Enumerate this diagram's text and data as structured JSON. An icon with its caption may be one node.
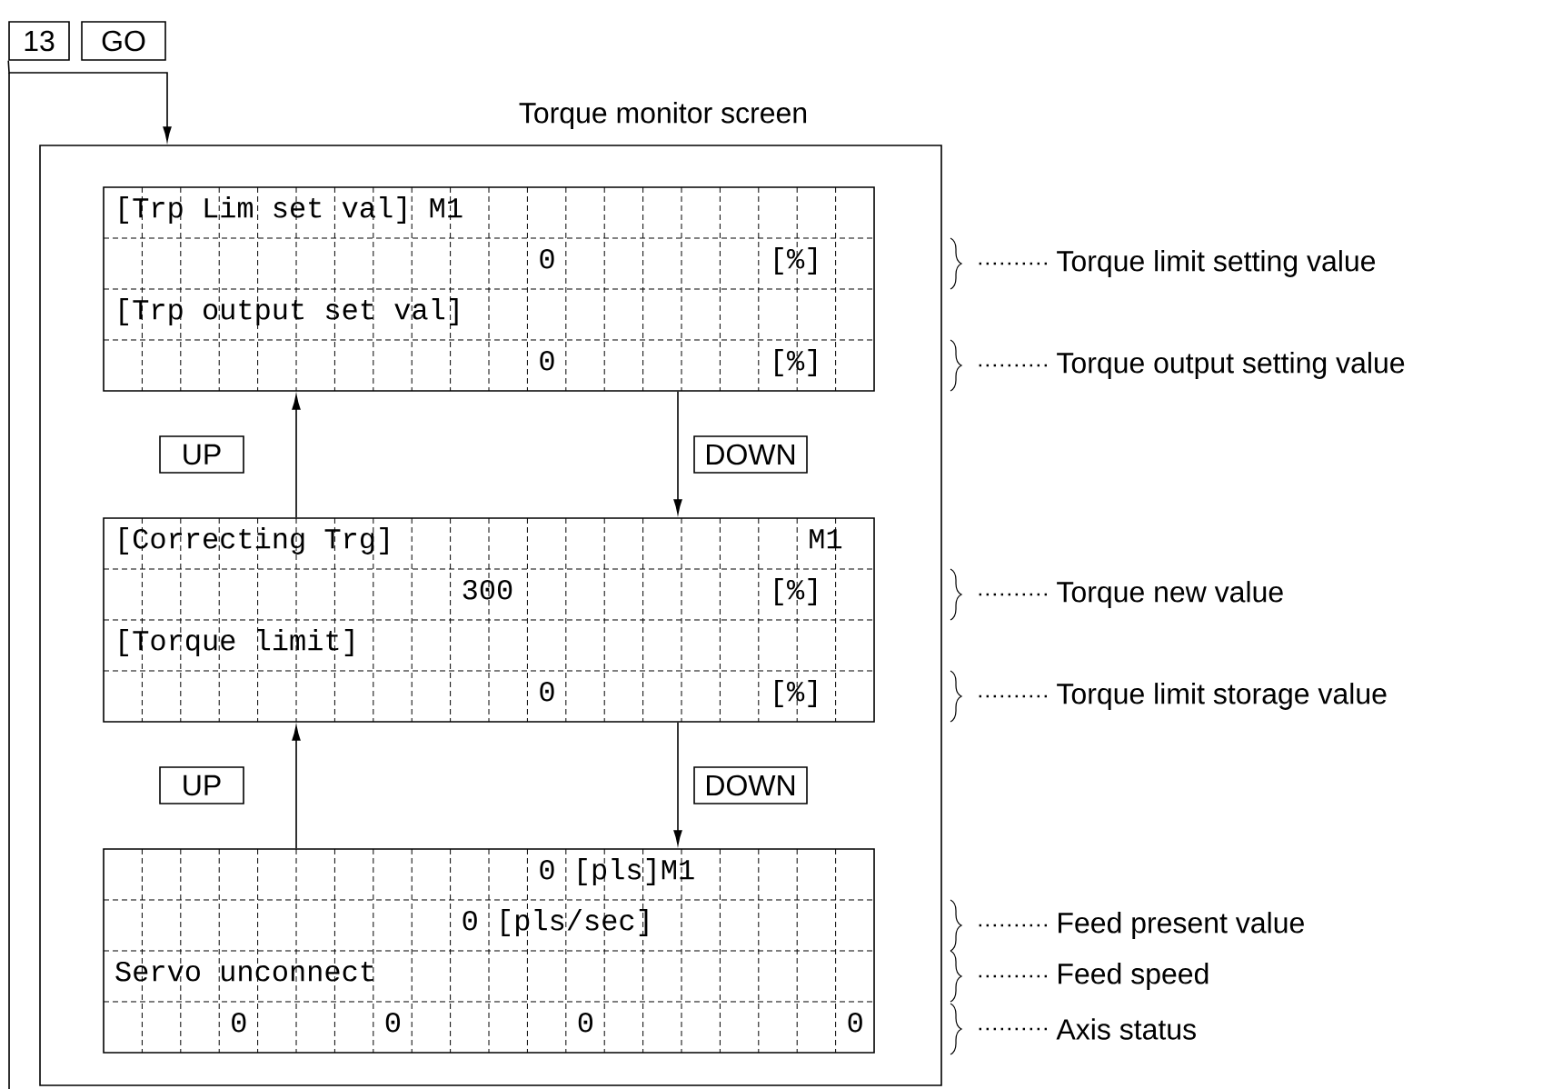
{
  "diagram": {
    "nodes": [
      {
        "text": [
          "13"
        ]
      },
      {
        "text": [
          "GO"
        ]
      },
      {
        "text": [
          "Torque monitor screen"
        ]
      },
      {
        "text": [
          "[Trp Lim set val] M1",
          "0",
          "[%]",
          "[Trp output set val]",
          "0",
          "[%]"
        ],
        "in": 2
      },
      {
        "text": [
          "[Correcting Trg]",
          "M1",
          "300",
          "[%]",
          "[Torque limit]",
          "0",
          "[%]"
        ],
        "in": 2
      },
      {
        "text": [
          "0 [pls]M1",
          "0 [pls/sec]",
          "Servo unconnect",
          "0",
          "0",
          "0",
          "0"
        ],
        "in": 2
      },
      {
        "text": [
          "Torque limit setting value"
        ]
      },
      {
        "text": [
          "Torque output setting value"
        ]
      },
      {
        "text": [
          "Torque new value"
        ]
      },
      {
        "text": [
          "Torque limit storage value"
        ]
      },
      {
        "text": [
          "Feed present value"
        ]
      },
      {
        "text": [
          "Feed speed"
        ]
      },
      {
        "text": [
          "Axis status"
        ]
      }
    ],
    "edges": [
      {
        "from": 0,
        "to": 2,
        "arrow": "to"
      },
      {
        "from": 4,
        "to": 3,
        "arrow": "to",
        "label": "UP"
      },
      {
        "from": 3,
        "to": 4,
        "arrow": "to",
        "label": "DOWN"
      },
      {
        "from": 5,
        "to": 4,
        "arrow": "to",
        "label": "UP"
      },
      {
        "from": 4,
        "to": 5,
        "arrow": "to",
        "label": "DOWN"
      },
      {
        "from": 6,
        "to": null,
        "arrow": "none",
        "style": "dashed"
      },
      {
        "from": 7,
        "to": null,
        "arrow": "none",
        "style": "dashed"
      },
      {
        "from": 8,
        "to": null,
        "arrow": "none",
        "style": "dashed"
      },
      {
        "from": 9,
        "to": null,
        "arrow": "none",
        "style": "dashed"
      },
      {
        "from": 10,
        "to": null,
        "arrow": "none",
        "style": "dashed"
      },
      {
        "from": 11,
        "to": null,
        "arrow": "none",
        "style": "dashed"
      },
      {
        "from": 12,
        "to": null,
        "arrow": "none",
        "style": "dashed"
      }
    ]
  }
}
